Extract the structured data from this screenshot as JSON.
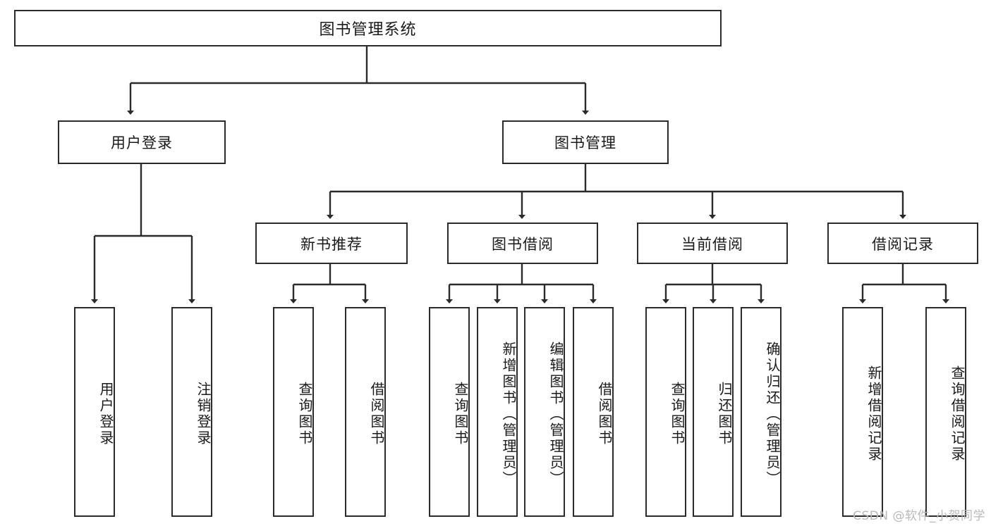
{
  "diagram": {
    "title": "图书管理系统",
    "type": "tree",
    "watermark": "CSDN @软件_小贺同学",
    "colors": {
      "border": "#2b2b2b",
      "background": "#ffffff",
      "text": "#1a1a1a",
      "watermark": "#b9b9b9"
    },
    "nodes": {
      "root": {
        "label": "图书管理系统"
      },
      "level1": [
        {
          "label": "用户登录"
        },
        {
          "label": "图书管理"
        }
      ],
      "level2": [
        {
          "label": "新书推荐"
        },
        {
          "label": "图书借阅"
        },
        {
          "label": "当前借阅"
        },
        {
          "label": "借阅记录"
        }
      ],
      "leaves_user_login": [
        {
          "label": "用户登录"
        },
        {
          "label": "注销登录"
        }
      ],
      "leaves_new_book": [
        {
          "label": "查询图书"
        },
        {
          "label": "借阅图书"
        }
      ],
      "leaves_borrow": [
        {
          "label": "查询图书"
        },
        {
          "label": "新增图书（管理员）"
        },
        {
          "label": "编辑图书（管理员）"
        },
        {
          "label": "借阅图书"
        }
      ],
      "leaves_current": [
        {
          "label": "查询图书"
        },
        {
          "label": "归还图书"
        },
        {
          "label": "确认归还（管理员）"
        }
      ],
      "leaves_records": [
        {
          "label": "新增借阅记录"
        },
        {
          "label": "查询借阅记录"
        }
      ]
    }
  }
}
